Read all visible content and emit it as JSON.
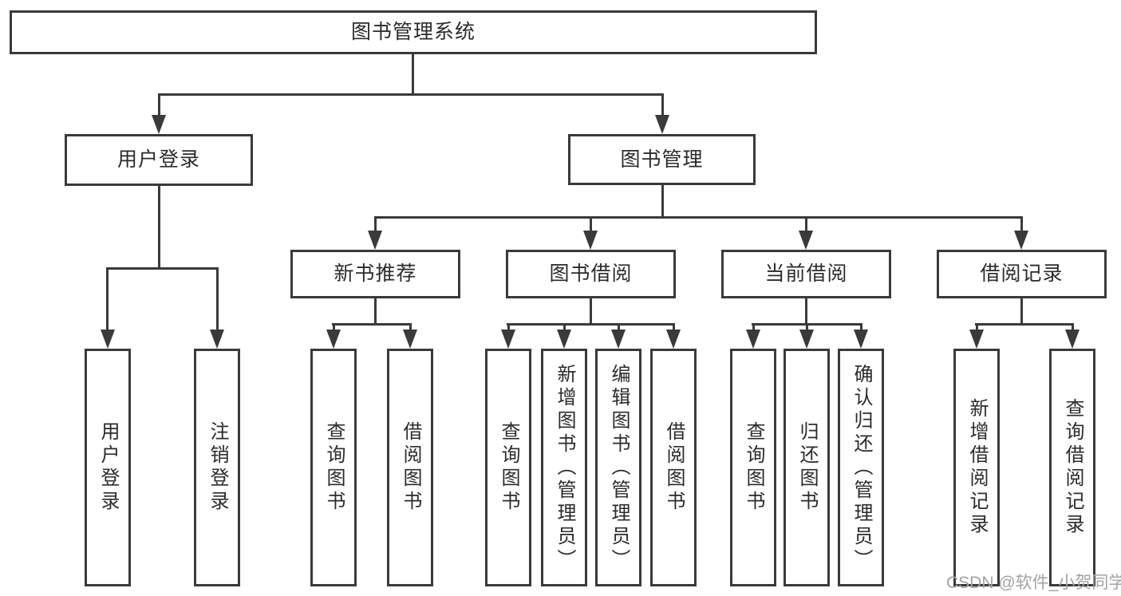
{
  "tree": {
    "root": "图书管理系统",
    "children": [
      {
        "label": "用户登录",
        "children": [
          "用户登录",
          "注销登录"
        ]
      },
      {
        "label": "图书管理",
        "children": [
          {
            "label": "新书推荐",
            "children": [
              "查询图书",
              "借阅图书"
            ]
          },
          {
            "label": "图书借阅",
            "children": [
              "查询图书",
              "新增图书（管理员）",
              "编辑图书（管理员）",
              "借阅图书"
            ]
          },
          {
            "label": "当前借阅",
            "children": [
              "查询图书",
              "归还图书",
              "确认归还（管理员）"
            ]
          },
          {
            "label": "借阅记录",
            "children": [
              "新增借阅记录",
              "查询借阅记录"
            ]
          }
        ]
      }
    ]
  },
  "watermark": "CSDN @软件_小贺同学",
  "colors": {
    "line": "#3a3a3a",
    "text": "#2b2b2b",
    "watermark": "#a3a3a3",
    "background": "#ffffff"
  }
}
